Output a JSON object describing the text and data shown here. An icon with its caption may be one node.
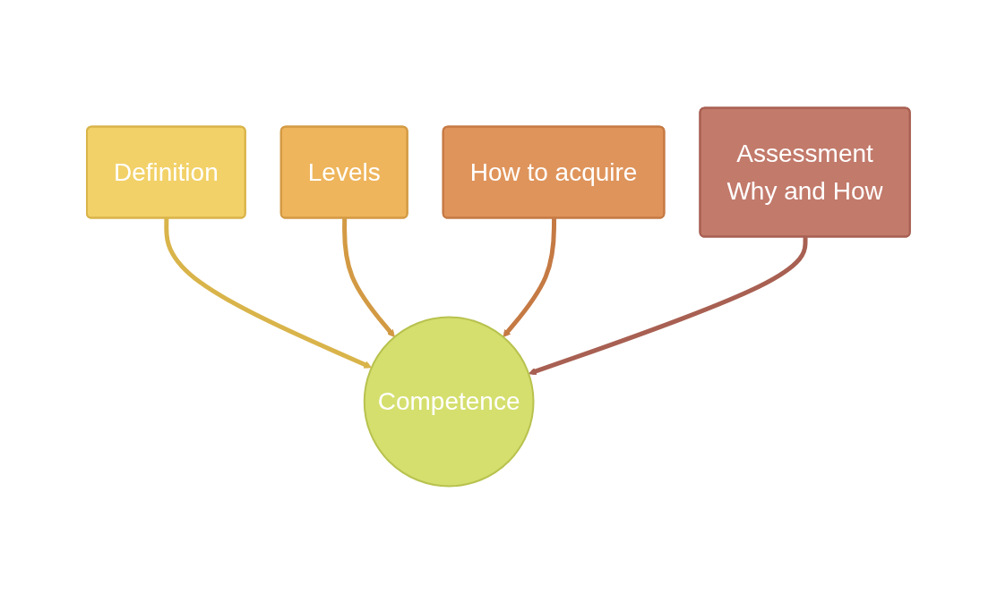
{
  "diagram": {
    "nodes": [
      {
        "text": [
          "Definition"
        ]
      },
      {
        "text": [
          "Levels"
        ]
      },
      {
        "text": [
          "How to acquire"
        ]
      },
      {
        "text": [
          "Assessment",
          "Why and How"
        ]
      },
      {
        "text": [
          "Competence"
        ]
      }
    ],
    "edges": [
      {
        "from": 0,
        "to": 4,
        "arrow": "to"
      },
      {
        "from": 1,
        "to": 4,
        "arrow": "to"
      },
      {
        "from": 2,
        "to": 4,
        "arrow": "to"
      },
      {
        "from": 3,
        "to": 4,
        "arrow": "to"
      }
    ]
  }
}
